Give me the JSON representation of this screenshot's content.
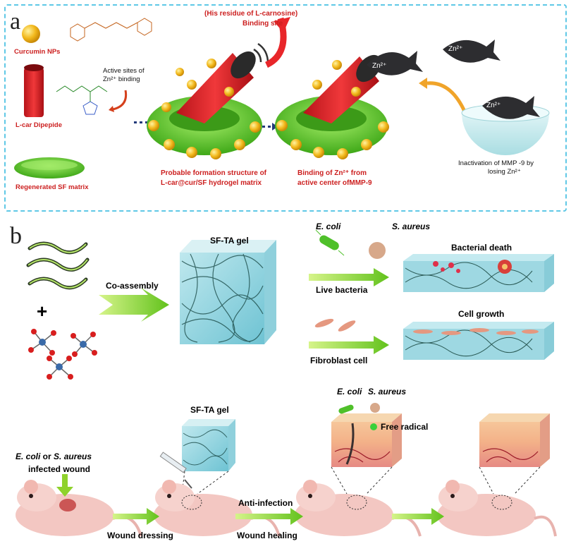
{
  "panel_a": {
    "letter": "a",
    "curcumin_label": "Curcumin NPs",
    "lcar_label": "L-car Dipepide",
    "sf_label": "Regenerated SF matrix",
    "active_sites_label_1": "Active sites of",
    "active_sites_label_2": "Zn²⁺ binding",
    "his_residue_label": "(His residue of L-carnosine)",
    "binding_site_label": "Binding site",
    "formation_label_1": "Probable formation structure of",
    "formation_label_2": "L-car@cur/SF hydrogel matrix",
    "binding_zn_label_1": "Binding of Zn²⁺ from",
    "binding_zn_label_2": "active center ofMMP-9",
    "inactivation_label_1": "Inactivation of  MMP -9 by",
    "inactivation_label_2": "losing Zn²⁺",
    "zn_label": "Zn²⁺"
  },
  "panel_b": {
    "letter": "b",
    "sfta_gel_label": "SF-TA gel",
    "coassembly_label": "Co-assembly",
    "ecoli_label": "E. coli",
    "saureus_label": "S. aureus",
    "live_bacteria_label": "Live bacteria",
    "bacterial_death_label": "Bacterial death",
    "cell_growth_label": "Cell growth",
    "fibroblast_label": "Fibroblast cell",
    "plus_sign": "+",
    "sfta_gel_label_2": "SF-TA gel",
    "infected_label_1_a": "E. coli",
    "infected_label_1_b": " or ",
    "infected_label_1_c": "S. aureus",
    "infected_label_2": "infected wound",
    "wound_dressing_label": "Wound dressing",
    "anti_infection_label": "Anti-infection",
    "wound_healing_label": "Wound healing",
    "ecoli_label_2": "E. coli",
    "saureus_label_2": "S. aureus",
    "free_radical_label": "Free radical"
  },
  "colors": {
    "border": "#5fc8e6",
    "red_text": "#cc1f1f",
    "green_gel": "#6fd23a",
    "red_tube": "#e8262a",
    "yellow_np": "#f2b81c",
    "arrow_green": "#8fd22c"
  }
}
